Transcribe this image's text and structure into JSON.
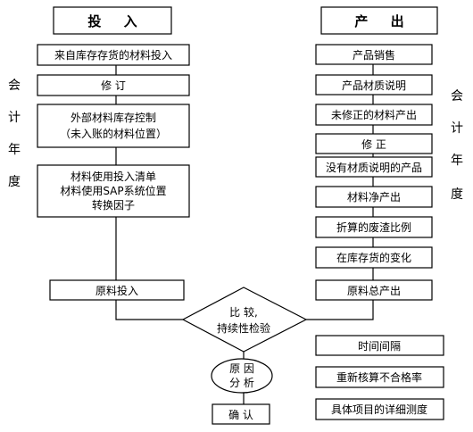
{
  "headers": {
    "input": "投 入",
    "output": "产 出"
  },
  "side": {
    "left": [
      "会",
      "计",
      "年",
      "度"
    ],
    "right": [
      "会",
      "计",
      "年",
      "度"
    ]
  },
  "input_boxes": {
    "stock_input": "来自库存存货的材料投入",
    "revise": "修 订",
    "external_control": [
      "外部材料库存控制",
      "（未入账的材料位置）"
    ],
    "usage_list": [
      "材料使用投入清单",
      "材料使用SAP系统位置",
      "转换因子"
    ],
    "raw_input": "原料投入"
  },
  "output_boxes": {
    "sales": "产品销售",
    "product_desc": "产品材质说明",
    "unrevised_output": "未修正的材料产出",
    "revise": "修 正",
    "no_desc_product": "没有材质说明的产品",
    "net_output": "材料净产出",
    "scrap_ratio": "折算的废渣比例",
    "stock_change": "在库存货的变化",
    "total_output": "原料总产出"
  },
  "center": {
    "compare": [
      "比 较,",
      "持续性检验"
    ],
    "cause": [
      "原 因",
      "分 析"
    ],
    "confirm": "确 认"
  },
  "result_boxes": {
    "interval": "时间间隔",
    "recalc": "重新核算不合格率",
    "detail": "具体项目的详细测度"
  }
}
